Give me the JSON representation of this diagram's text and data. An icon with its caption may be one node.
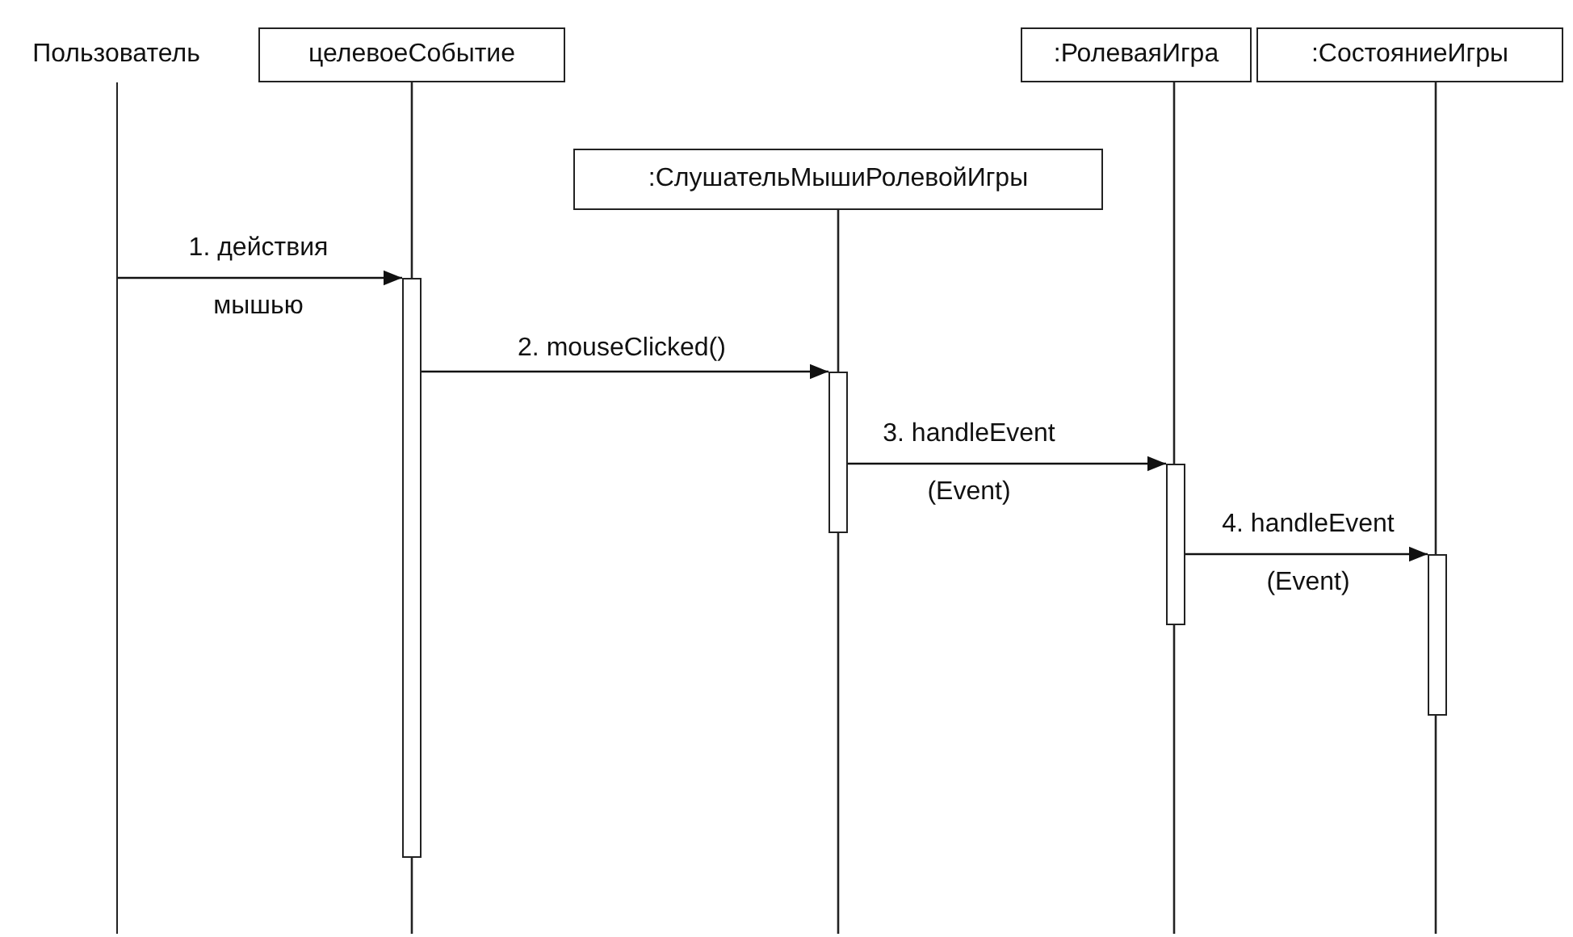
{
  "diagram": {
    "nodes": [
      {
        "text": [
          "Пользователь"
        ]
      },
      {
        "text": [
          "целевоеСобытие"
        ]
      },
      {
        "text": [
          ":СлушательМышиРолевойИгры"
        ]
      },
      {
        "text": [
          ":РолеваяИгра"
        ]
      },
      {
        "text": [
          ":СостояниеИгры"
        ]
      },
      {
        "text": [],
        "shape": "bar"
      },
      {
        "text": [],
        "shape": "bar"
      },
      {
        "text": [],
        "shape": "bar"
      },
      {
        "text": [],
        "shape": "bar"
      }
    ],
    "edges": [
      {
        "from": 0,
        "to": 5,
        "arrow": "to",
        "label": "1. действия мышью"
      },
      {
        "from": 5,
        "to": 6,
        "arrow": "to",
        "label": "2. mouseClicked()"
      },
      {
        "from": 6,
        "to": 7,
        "arrow": "to",
        "label": "3. handleEvent (Event)"
      },
      {
        "from": 7,
        "to": 8,
        "arrow": "to",
        "label": "4. handleEvent (Event)"
      }
    ]
  }
}
